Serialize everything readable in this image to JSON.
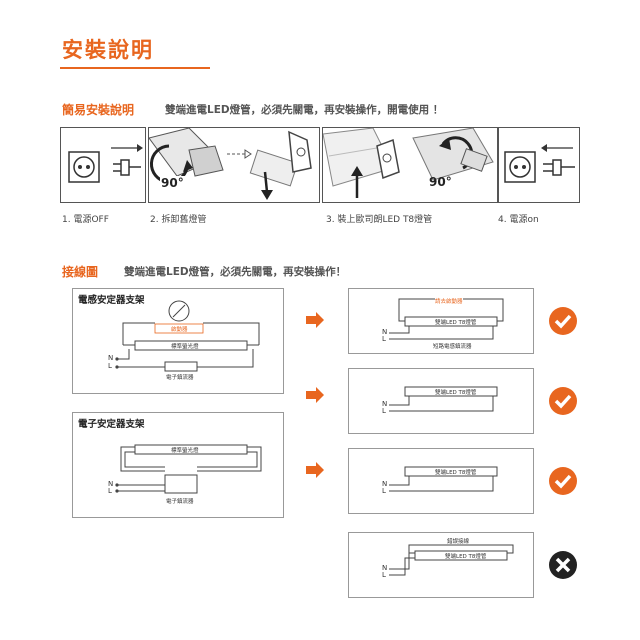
{
  "header": {
    "title": "安裝說明"
  },
  "simple": {
    "heading": "簡易安裝說明",
    "note": "雙端進電LED燈管，必須先關電，再安裝操作，開電使用 ！",
    "steps": [
      {
        "label": "1. 電源OFF"
      },
      {
        "label": "2. 拆卸舊燈管",
        "angle": "90°"
      },
      {
        "label": "3. 裝上歐司朗LED T8燈管"
      },
      {
        "label": "4. 電源on",
        "angle": "90°"
      }
    ]
  },
  "wiring": {
    "heading": "接線圖",
    "note": "雙端進電LED燈管，必須先關電，再安裝操作！",
    "inductive": {
      "title": "電感安定器支架",
      "starter": "啟動器",
      "tube": "標準螢光燈",
      "ballast": "電子鎮流器",
      "n": "N",
      "l": "L"
    },
    "electronic": {
      "title": "電子安定器支架",
      "tube": "標準螢光燈",
      "ballast": "電子鎮流器",
      "n": "N",
      "l": "L"
    },
    "results": [
      {
        "top_label": "請去啟動器",
        "tube": "雙端LED T8燈管",
        "bottom_label": "短路電感鎮流器",
        "n": "N",
        "l": "L",
        "ok": true
      },
      {
        "tube": "雙端LED T8燈管",
        "n": "N",
        "l": "L",
        "ok": true
      },
      {
        "tube": "雙端LED T8燈管",
        "n": "N",
        "l": "L",
        "ok": true
      },
      {
        "top_label": "錯誤接線",
        "tube": "雙端LED T8燈管",
        "n": "N",
        "l": "L",
        "ok": false
      }
    ]
  },
  "colors": {
    "accent": "#e8661f",
    "ok": "#e8661f",
    "bad": "#222222"
  }
}
